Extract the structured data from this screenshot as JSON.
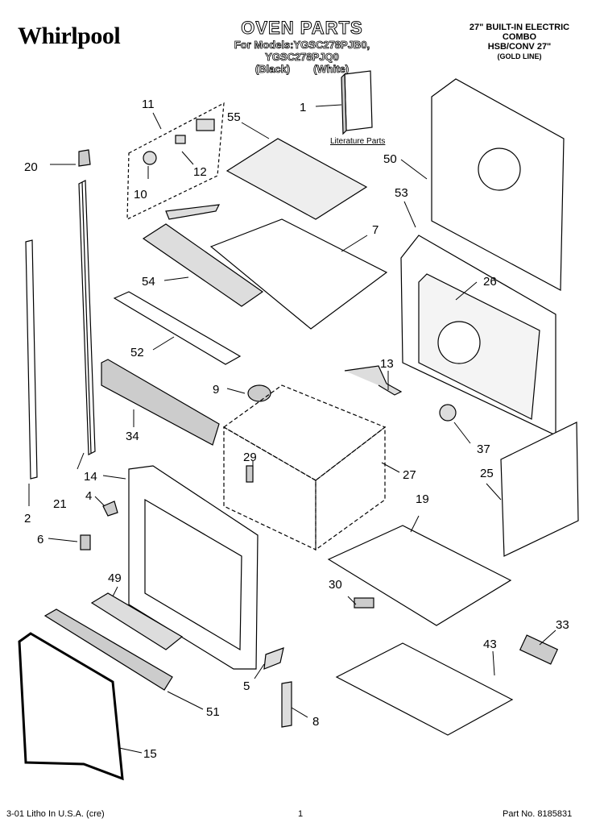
{
  "header": {
    "brand": "Whirlpool",
    "title": "OVEN PARTS",
    "models_line": "For Models:YGSC278PJB0, YGSC278PJQ0",
    "variants_line": "(Black)        (White)",
    "spec_line1": "27\" BUILT-IN ELECTRIC",
    "spec_line2": "COMBO",
    "spec_line3": "HSB/CONV 27\"",
    "spec_line4": "(GOLD LINE)"
  },
  "literature_label": "Literature Parts",
  "callouts": [
    "1",
    "2",
    "4",
    "5",
    "6",
    "7",
    "8",
    "9",
    "10",
    "11",
    "12",
    "13",
    "14",
    "15",
    "19",
    "20",
    "21",
    "25",
    "26",
    "27",
    "29",
    "30",
    "33",
    "34",
    "37",
    "43",
    "49",
    "50",
    "51",
    "52",
    "53",
    "54",
    "55"
  ],
  "footer": {
    "left": "3-01 Litho In U.S.A. (cre)",
    "center": "1",
    "right": "Part No. 8185831"
  }
}
